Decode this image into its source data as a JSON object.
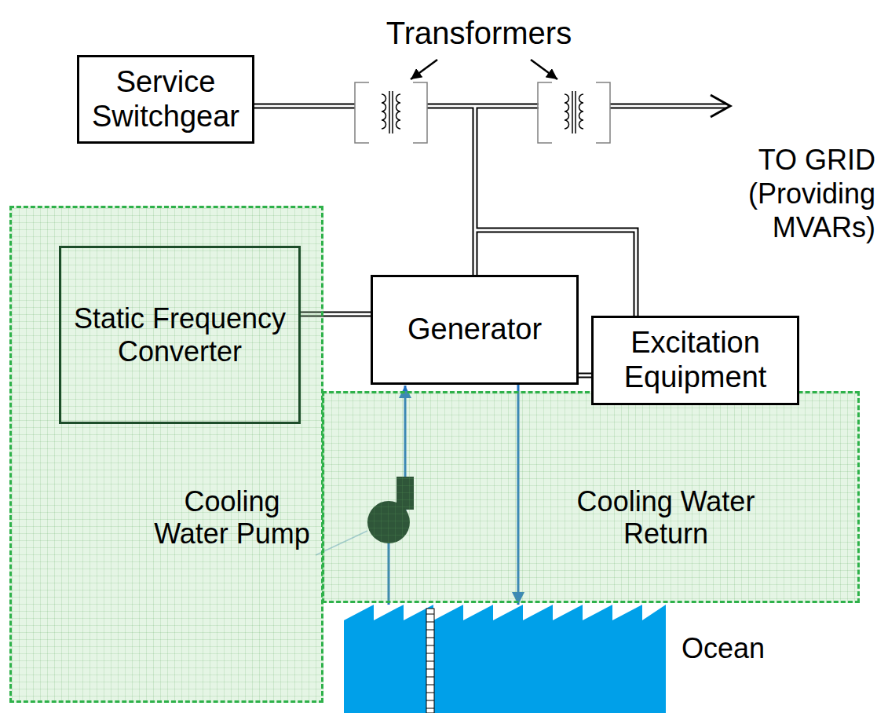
{
  "diagram": {
    "nodes": [
      {
        "text": [
          "Service Switchgear"
        ]
      },
      {
        "text": [
          "Cooling Water Pump"
        ]
      },
      {
        "text": [
          "Static Frequency Converter"
        ],
        "in": 1
      },
      {
        "text": [
          "Generator"
        ]
      },
      {
        "text": [
          "Excitation Equipment"
        ]
      },
      {
        "text": [
          "Cooling Water Return"
        ]
      },
      {
        "text": [
          "Ocean"
        ]
      }
    ],
    "edges": [
      {
        "from": 2,
        "to": 3,
        "arrow": "none"
      },
      {
        "from": 3,
        "to": 4,
        "arrow": "none"
      },
      {
        "from": 6,
        "to": 3,
        "arrow": "to"
      },
      {
        "from": 3,
        "to": 6,
        "arrow": "to"
      }
    ],
    "labels": [
      "Transformers",
      "TO GRID (Providing MVARs)"
    ]
  }
}
